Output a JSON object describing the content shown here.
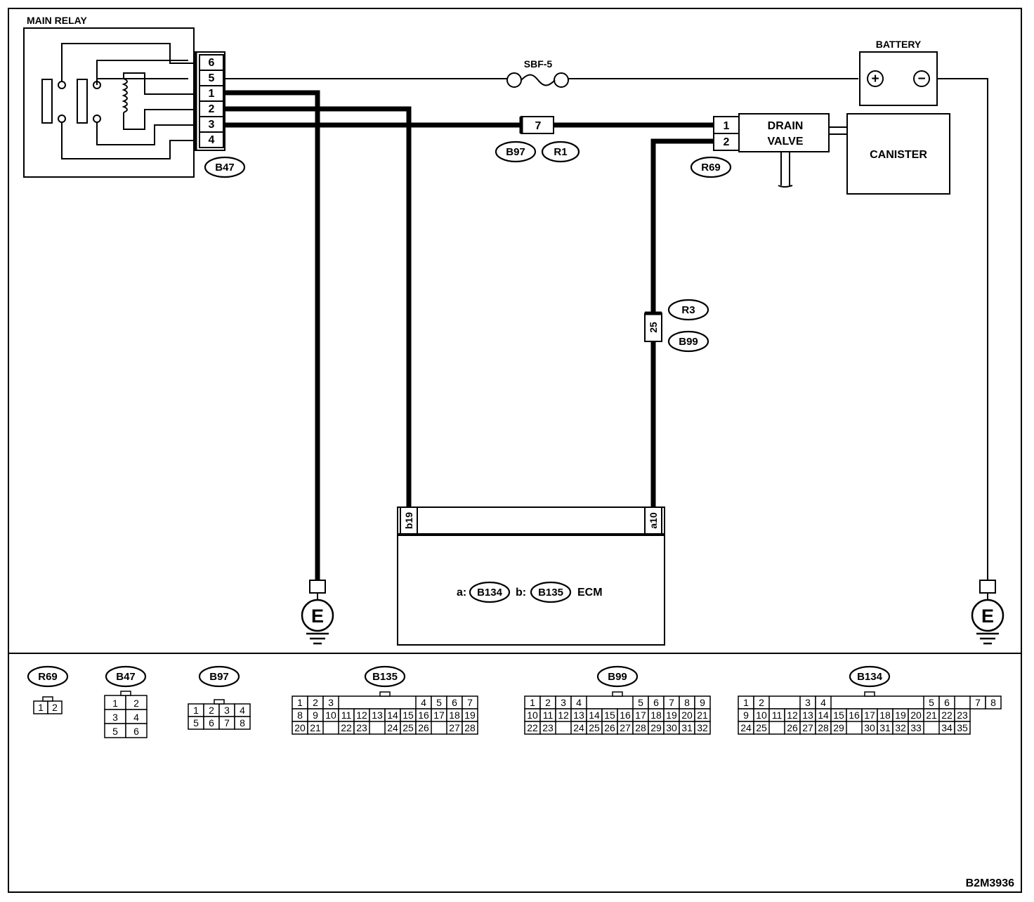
{
  "diagram_code": "B2M3936",
  "main_relay": {
    "title": "MAIN RELAY",
    "connector": "B47",
    "terminals": [
      "6",
      "5",
      "1",
      "2",
      "3",
      "4"
    ]
  },
  "fuse": {
    "label": "SBF-5"
  },
  "battery": {
    "title": "BATTERY",
    "positive": "+",
    "negative": "−"
  },
  "inline_connectors": {
    "b97_r1": {
      "pin": "7",
      "left_tag": "B97",
      "right_tag": "R1"
    },
    "r3_b99": {
      "pin": "25",
      "upper_tag": "R3",
      "lower_tag": "B99"
    }
  },
  "drain_valve": {
    "label_line1": "DRAIN",
    "label_line2": "VALVE",
    "connector": "R69",
    "pins": [
      "1",
      "2"
    ]
  },
  "canister": {
    "label": "CANISTER"
  },
  "ecm": {
    "label": "ECM",
    "connector_a_prefix": "a:",
    "connector_a": "B134",
    "connector_b_prefix": "b:",
    "connector_b": "B135",
    "pin_left": "b19",
    "pin_right": "a10"
  },
  "ground": {
    "symbol": "E"
  },
  "connector_views": {
    "r69": {
      "tag": "R69",
      "rows": [
        [
          "1",
          "2"
        ]
      ]
    },
    "b47": {
      "tag": "B47",
      "rows": [
        [
          "1",
          "2"
        ],
        [
          "3",
          "4"
        ],
        [
          "5",
          "6"
        ]
      ]
    },
    "b97": {
      "tag": "B97",
      "rows": [
        [
          "1",
          "2",
          "3",
          "4"
        ],
        [
          "5",
          "6",
          "7",
          "8"
        ]
      ]
    },
    "b135": {
      "tag": "B135",
      "rows": [
        [
          "1",
          "2",
          "3",
          "",
          "",
          "",
          "",
          "",
          "4",
          "5",
          "6",
          "7"
        ],
        [
          "8",
          "9",
          "10",
          "11",
          "12",
          "13",
          "14",
          "15",
          "16",
          "17",
          "18",
          "19"
        ],
        [
          "20",
          "21",
          "",
          "22",
          "23",
          "",
          "24",
          "25",
          "26",
          "",
          "27",
          "28"
        ]
      ]
    },
    "b99": {
      "tag": "B99",
      "rows": [
        [
          "1",
          "2",
          "3",
          "4",
          "",
          "",
          "",
          "5",
          "6",
          "7",
          "8",
          "9"
        ],
        [
          "10",
          "11",
          "12",
          "13",
          "14",
          "15",
          "16",
          "17",
          "18",
          "19",
          "20",
          "21"
        ],
        [
          "22",
          "23",
          "",
          "24",
          "25",
          "26",
          "27",
          "28",
          "29",
          "30",
          "31",
          "32"
        ]
      ]
    },
    "b134": {
      "tag": "B134",
      "rows": [
        [
          "1",
          "2",
          "",
          "",
          "3",
          "4",
          "",
          "",
          "",
          "",
          "",
          "",
          "5",
          "6",
          "",
          "7",
          "8"
        ],
        [
          "9",
          "10",
          "11",
          "12",
          "13",
          "14",
          "15",
          "16",
          "17",
          "18",
          "19",
          "20",
          "21",
          "22",
          "23"
        ],
        [
          "24",
          "25",
          "",
          "26",
          "27",
          "28",
          "29",
          "",
          "30",
          "31",
          "32",
          "33",
          "",
          "34",
          "35"
        ]
      ]
    }
  }
}
